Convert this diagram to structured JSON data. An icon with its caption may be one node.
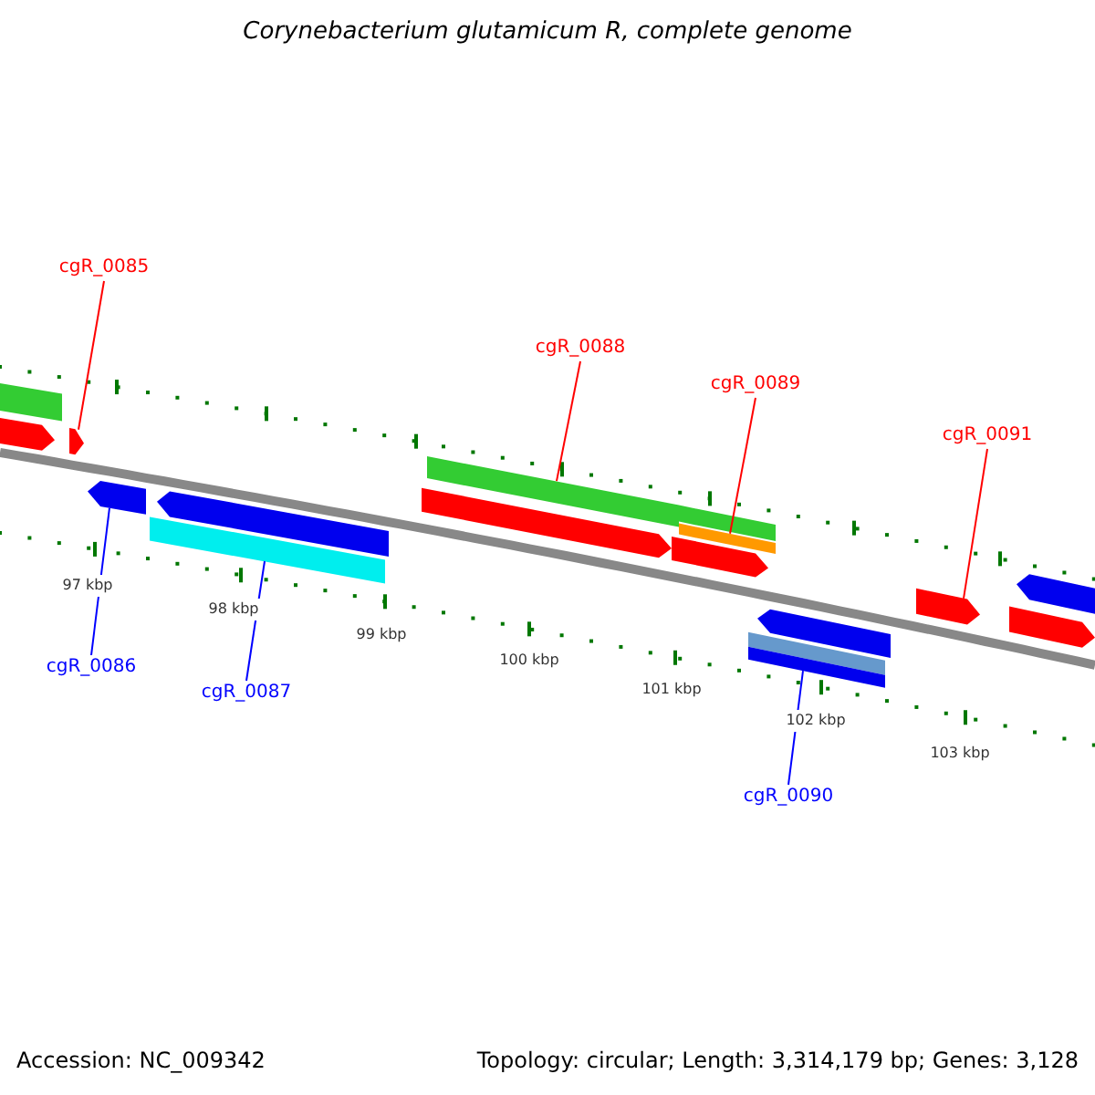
{
  "diagram": {
    "title": "Corynebacterium glutamicum R, complete genome",
    "nodes": [
      {
        "text": [
          "cgR_0085"
        ]
      },
      {
        "text": [
          "cgR_0086"
        ]
      },
      {
        "text": [
          "cgR_0087"
        ]
      },
      {
        "text": [
          "cgR_0088"
        ]
      },
      {
        "text": [
          "cgR_0089"
        ]
      },
      {
        "text": [
          "cgR_0090"
        ]
      },
      {
        "text": [
          "cgR_0091"
        ]
      },
      {
        "text": [],
        "shape": "bar"
      },
      {
        "text": [],
        "shape": "pentagon"
      },
      {
        "text": [],
        "shape": "pentagon"
      },
      {
        "text": [],
        "shape": "pentagon"
      },
      {
        "text": [],
        "shape": "bar"
      },
      {
        "text": [],
        "shape": "pentagon"
      },
      {
        "text": [],
        "shape": "pentagon"
      },
      {
        "text": [],
        "shape": "bar"
      },
      {
        "text": [],
        "shape": "pentagon"
      },
      {
        "text": [],
        "shape": "bar"
      },
      {
        "text": [],
        "shape": "bar"
      },
      {
        "text": [],
        "shape": "bar"
      },
      {
        "text": [],
        "shape": "bar"
      },
      {
        "text": [],
        "shape": "pentagon"
      },
      {
        "text": [],
        "shape": "pentagon"
      },
      {
        "text": [],
        "shape": "pentagon"
      },
      {
        "text": [],
        "shape": "pentagon"
      }
    ],
    "edges": [
      {
        "from": 0,
        "to": 9,
        "arrow": "none"
      },
      {
        "from": 1,
        "to": 10,
        "arrow": "none",
        "color": "#0000ff"
      },
      {
        "from": 2,
        "to": 11,
        "arrow": "none",
        "color": "#0000ff"
      },
      {
        "from": 3,
        "to": 14,
        "arrow": "none"
      },
      {
        "from": 4,
        "to": 17,
        "arrow": "none"
      },
      {
        "from": 5,
        "to": 19,
        "arrow": "none",
        "color": "#0000ff"
      },
      {
        "from": 6,
        "to": 21,
        "arrow": "none"
      }
    ],
    "labels": [
      "97 kbp",
      "98 kbp",
      "99 kbp",
      "100 kbp",
      "101 kbp",
      "102 kbp",
      "103 kbp",
      "Accession: NC_009342",
      "Topology: circular; Length: 3,314,179 bp; Genes: 3,128"
    ]
  }
}
